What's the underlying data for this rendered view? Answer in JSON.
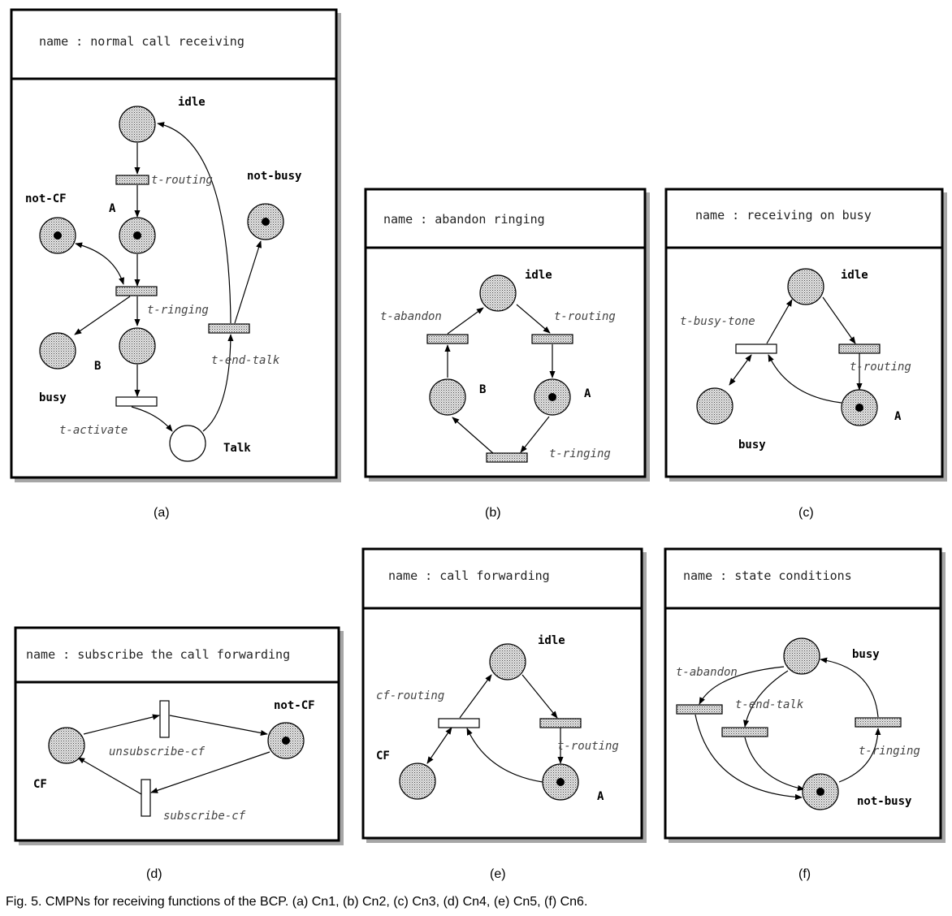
{
  "panels": {
    "a": {
      "header": "name : normal call receiving",
      "labels": {
        "idle": "idle",
        "not_busy": "not-busy",
        "not_cf": "not-CF",
        "A": "A",
        "B": "B",
        "busy": "busy",
        "talk": "Talk",
        "t_routing": "t-routing",
        "t_ringing": "t-ringing",
        "t_end_talk": "t-end-talk",
        "t_activate": "t-activate"
      },
      "subcaption": "(a)"
    },
    "b": {
      "header": "name : abandon ringing",
      "labels": {
        "idle": "idle",
        "B": "B",
        "A": "A",
        "t_abandon": "t-abandon",
        "t_routing": "t-routing",
        "t_ringing": "t-ringing"
      },
      "subcaption": "(b)"
    },
    "c": {
      "header": "name : receiving on busy",
      "labels": {
        "idle": "idle",
        "busy": "busy",
        "A": "A",
        "t_busy_tone": "t-busy-tone",
        "t_routing": "t-routing"
      },
      "subcaption": "(c)"
    },
    "d": {
      "header": "name : subscribe the call forwarding",
      "labels": {
        "not_cf": "not-CF",
        "cf": "CF",
        "unsubscribe_cf": "unsubscribe-cf",
        "subscribe_cf": "subscribe-cf"
      },
      "subcaption": "(d)"
    },
    "e": {
      "header": "name : call forwarding",
      "labels": {
        "idle": "idle",
        "cf": "CF",
        "A": "A",
        "cf_routing": "cf-routing",
        "t_routing": "t-routing"
      },
      "subcaption": "(e)"
    },
    "f": {
      "header": "name : state conditions",
      "labels": {
        "busy": "busy",
        "not_busy": "not-busy",
        "t_abandon": "t-abandon",
        "t_end_talk": "t-end-talk",
        "t_ringing": "t-ringing"
      },
      "subcaption": "(f)"
    }
  },
  "caption": "Fig. 5. CMPNs for receiving functions of the BCP. (a) Cn1, (b) Cn2, (c) Cn3, (d) Cn4, (e) Cn5, (f) Cn6."
}
